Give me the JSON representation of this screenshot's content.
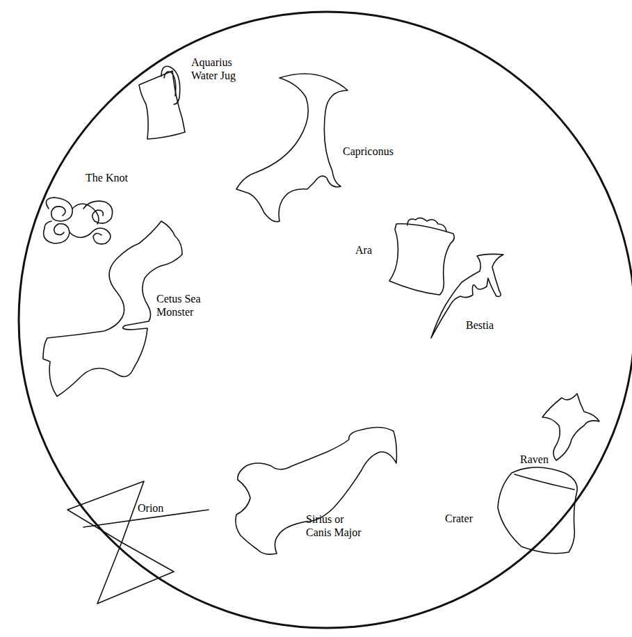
{
  "diagram": {
    "labels": [
      "Aquarius Water Jug",
      "Capriconus",
      "The Knot",
      "Ara",
      "Bestia",
      "Cetus Sea Monster",
      "Raven",
      "Orion",
      "Sirius or Canis Major",
      "Crater"
    ]
  }
}
